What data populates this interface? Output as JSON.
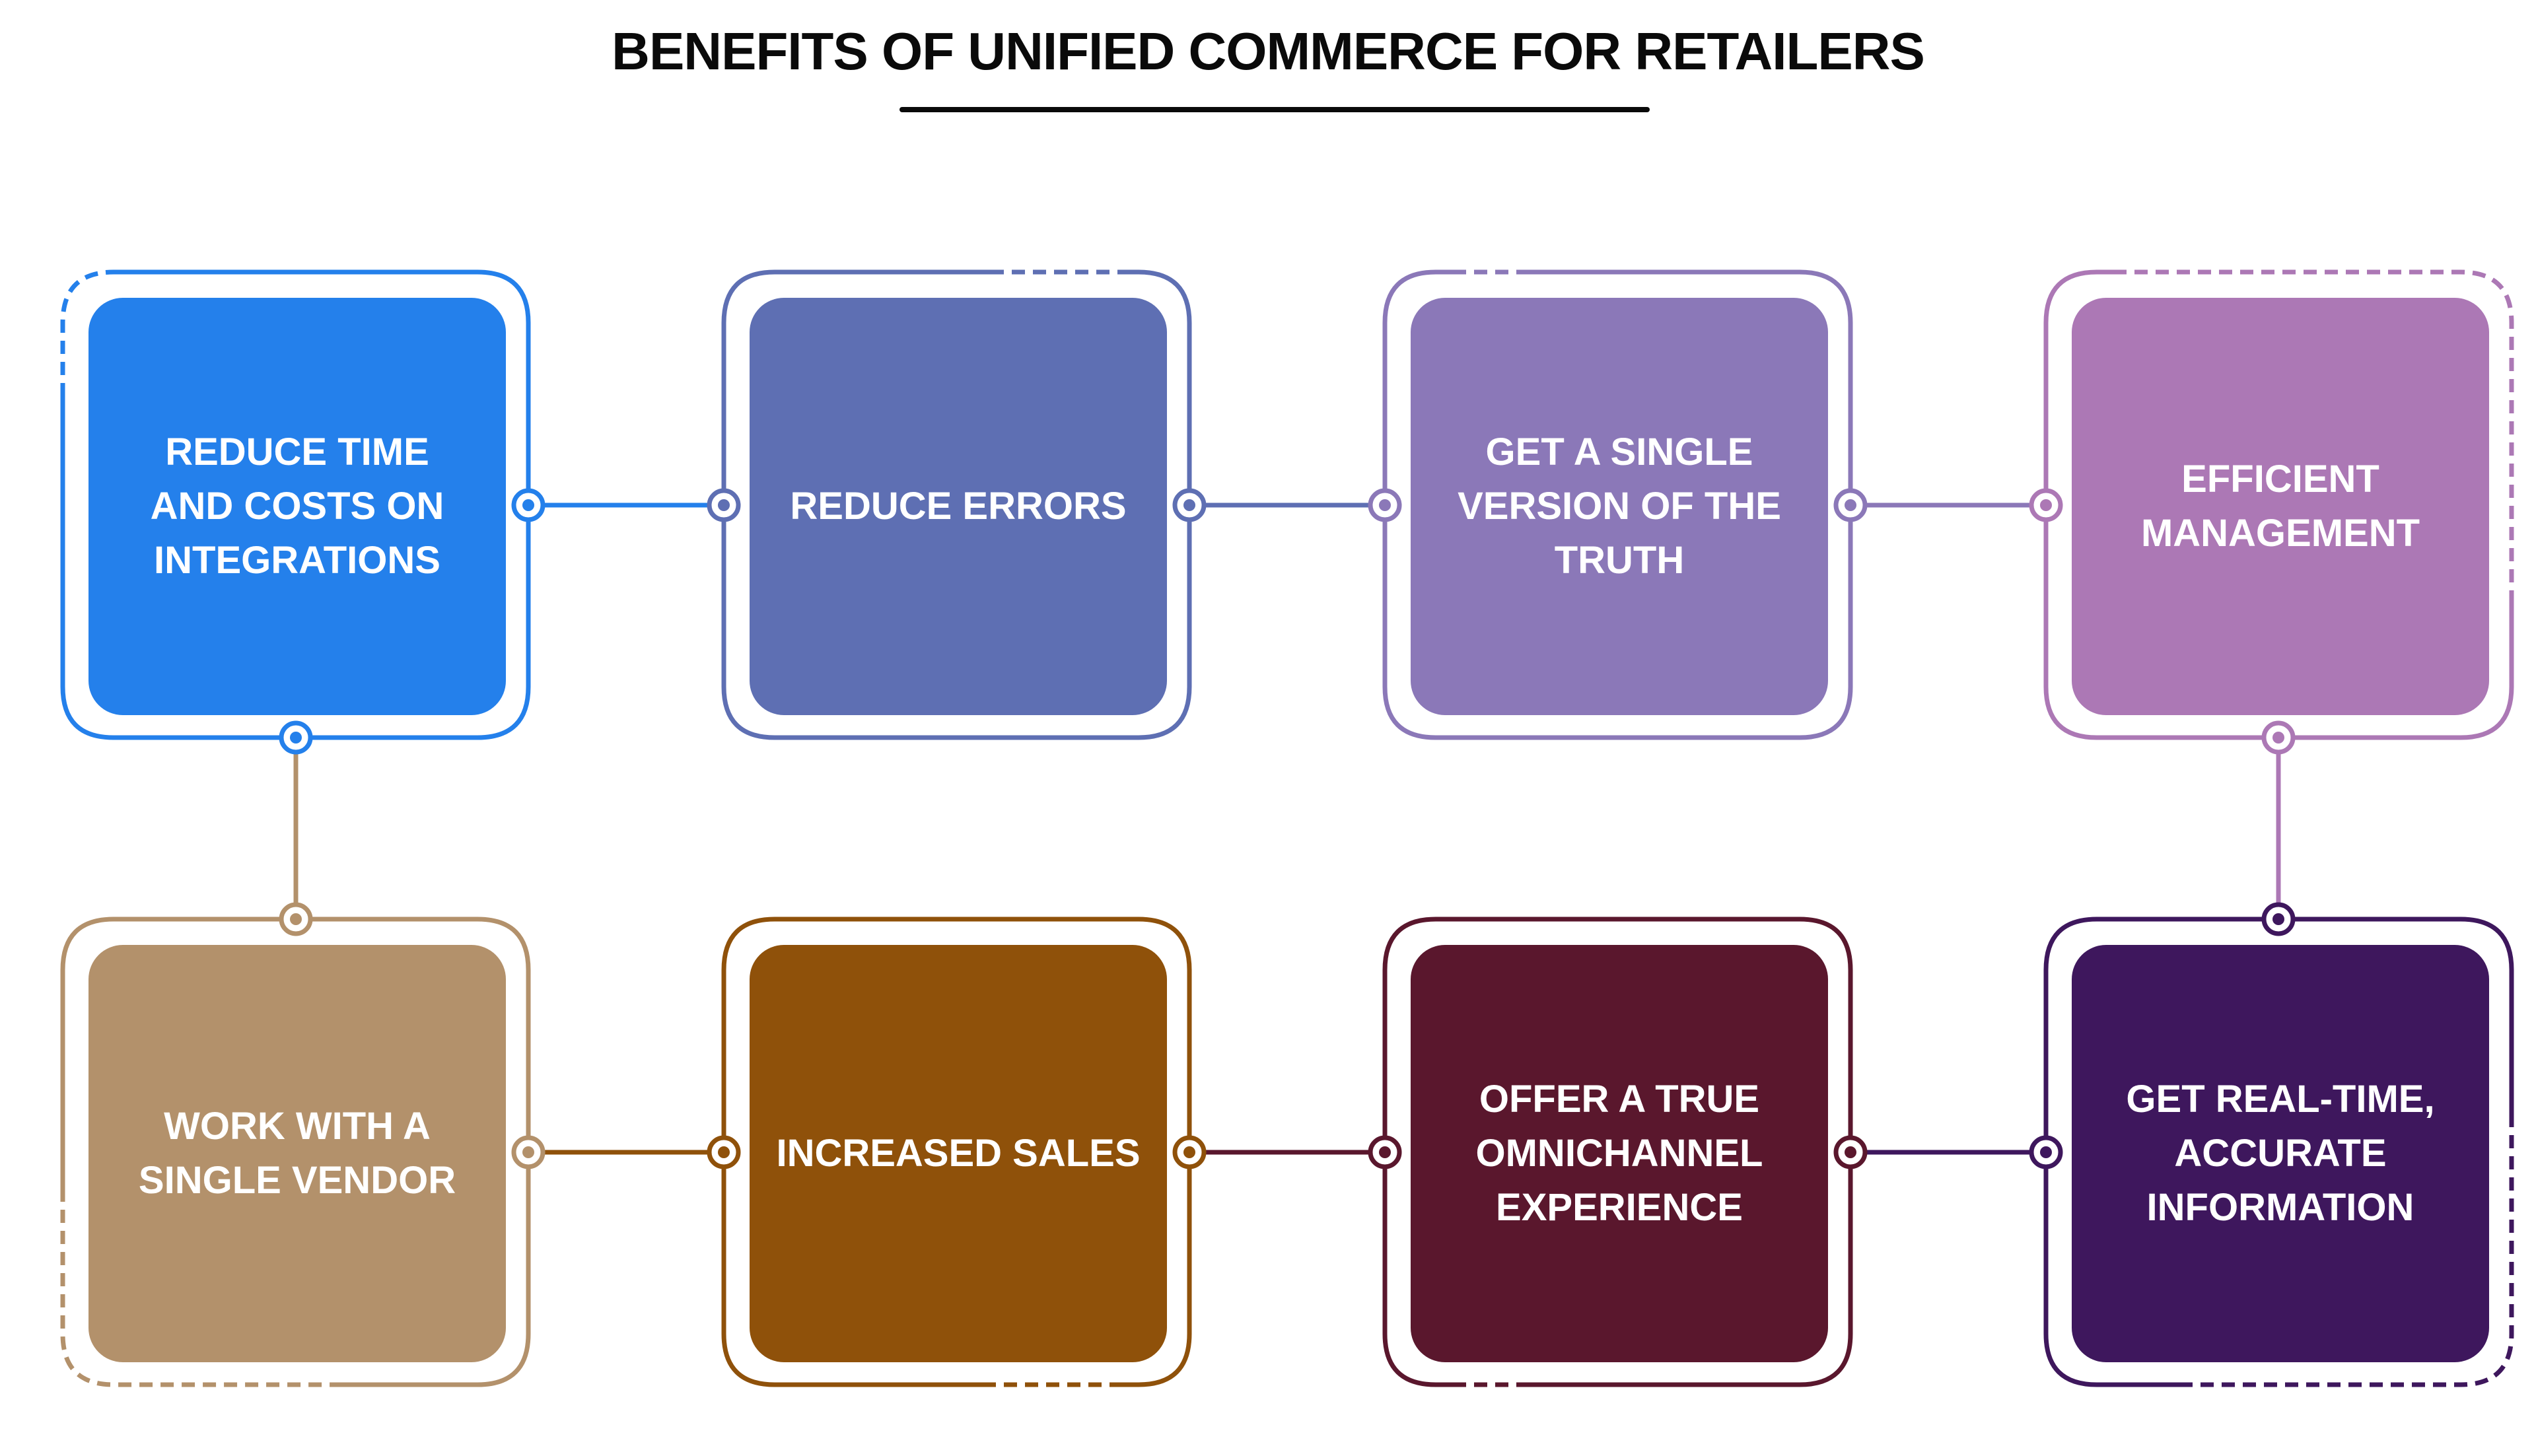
{
  "title": "BENEFITS OF UNIFIED COMMERCE FOR RETAILERS",
  "nodes": [
    {
      "label": "REDUCE TIME\nAND COSTS ON\nINTEGRATIONS",
      "color": "#2480EB"
    },
    {
      "label": "REDUCE ERRORS",
      "color": "#5E6FB3"
    },
    {
      "label": "GET A SINGLE\nVERSION OF THE\nTRUTH",
      "color": "#8B78B8"
    },
    {
      "label": "EFFICIENT\nMANAGEMENT",
      "color": "#AC78B5"
    },
    {
      "label": "WORK WITH A\nSINGLE VENDOR",
      "color": "#B3916B"
    },
    {
      "label": "INCREASED SALES",
      "color": "#8F510A"
    },
    {
      "label": "OFFER A TRUE\nOMNICHANNEL\nEXPERIENCE",
      "color": "#5A172D"
    },
    {
      "label": "GET REAL-TIME,\nACCURATE\nINFORMATION",
      "color": "#3E175D"
    }
  ]
}
